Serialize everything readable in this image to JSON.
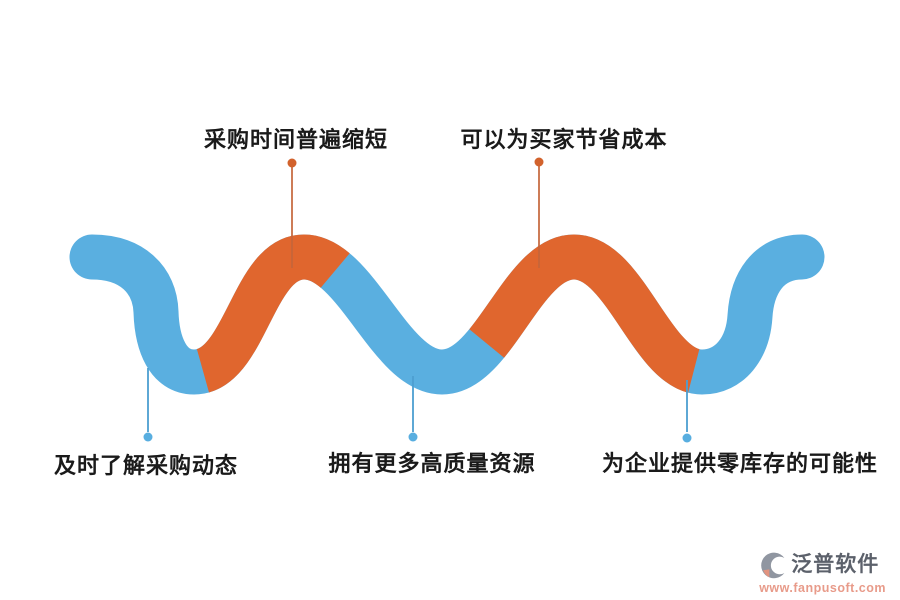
{
  "diagram": {
    "benefits": [
      {
        "label": "采购时间普遍缩短",
        "position": "top",
        "dot_color": "orange"
      },
      {
        "label": "可以为买家节省成本",
        "position": "top",
        "dot_color": "orange"
      },
      {
        "label": "及时了解采购动态",
        "position": "bottom",
        "dot_color": "blue"
      },
      {
        "label": "拥有更多高质量资源",
        "position": "bottom",
        "dot_color": "blue"
      },
      {
        "label": "为企业提供零库存的可能性",
        "position": "bottom",
        "dot_color": "blue"
      }
    ]
  },
  "colors": {
    "blue": "#5AAFE0",
    "orange": "#E0662E",
    "blue_line": "#4D9FD0",
    "orange_line": "#C4653A",
    "blue_dot": "#58AEE0",
    "orange_dot": "#D2622C",
    "text": "#1A1A1A",
    "logo_title": "#5C616B",
    "logo_url": "#E89B8A"
  },
  "logo": {
    "title": "泛普软件",
    "url": "www.fanpusoft.com"
  }
}
